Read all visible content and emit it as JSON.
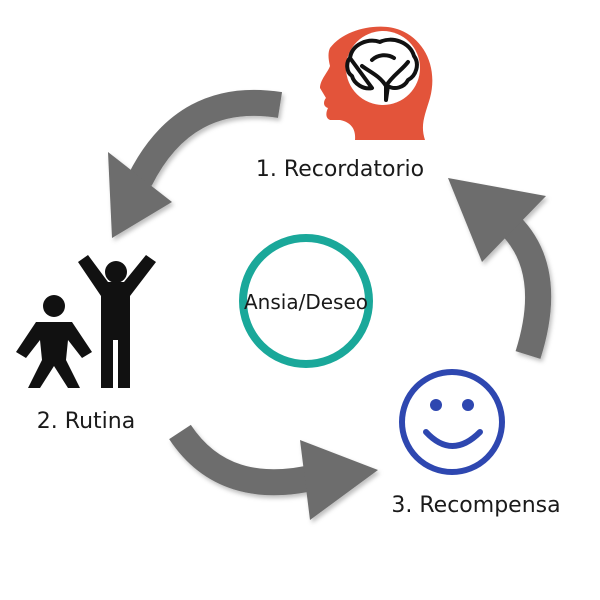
{
  "center": {
    "label": "Ansia/Deseo"
  },
  "steps": [
    {
      "label": "1. Recordatorio",
      "icon": "head-brain-icon"
    },
    {
      "label": "2. Rutina",
      "icon": "people-exercise-icon"
    },
    {
      "label": "3. Recompensa",
      "icon": "smiley-face-icon"
    }
  ],
  "colors": {
    "arrow": "#6d6d6d",
    "center_ring": "#1aa89a",
    "head": "#e3543a",
    "smiley": "#2e47b0",
    "figures": "#111111"
  }
}
